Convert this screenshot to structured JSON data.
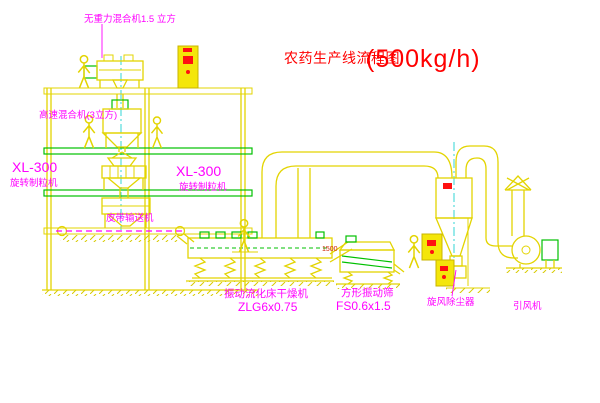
{
  "title": {
    "text": "农药生产线流程图",
    "capacity": "(500kg/h)"
  },
  "labels": {
    "gravity_mixer": "无重力混合机1.5 立方",
    "high_speed_mixer": "高速混合机(3立方)",
    "granulator_left_model": "XL-300",
    "granulator_left_name": "旋转制粒机",
    "granulator_mid_model": "XL-300",
    "granulator_mid_name": "旋转制粒机",
    "belt_conveyor": "皮带输送机",
    "fluid_bed_dryer": "振动流化床干燥机",
    "fluid_bed_dryer_model": "ZLG6x0.75",
    "square_vibrating_screen": "方形振动筛",
    "square_vibrating_screen_model": "FS0.6x1.5",
    "cyclone": "旋风除尘器",
    "induced_draft_fan": "引风机",
    "dimension_1500": "1500"
  },
  "colors": {
    "background": "#ffffff",
    "line_yellow": "#e3d400",
    "line_green": "#00c000",
    "label_magenta": "#ff00ff",
    "title_red": "#ff0000",
    "centerline_cyan": "#00cccc",
    "mark_red": "#ff1111"
  }
}
